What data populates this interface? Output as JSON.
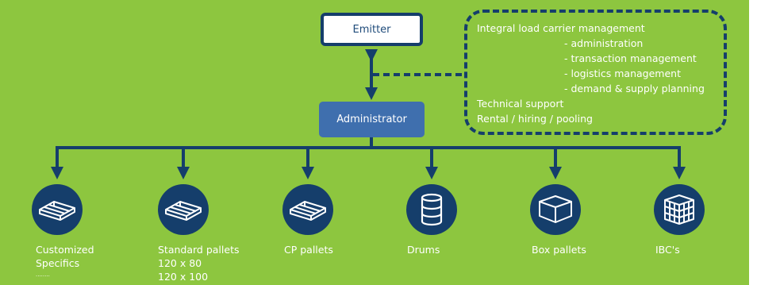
{
  "colors": {
    "background": "#8dc63f",
    "dark_blue": "#153e6b",
    "box_blue": "#3f6fae",
    "white": "#ffffff"
  },
  "emitter": {
    "label": "Emitter"
  },
  "administrator": {
    "label": "Administrator"
  },
  "services": {
    "heading": "Integral load carrier management",
    "items": [
      "- administration",
      "- transaction management",
      "- logistics management",
      "- demand & supply planning"
    ],
    "technical": "Technical support",
    "rental": "Rental / hiring / pooling"
  },
  "carriers": [
    {
      "icon": "pallet-icon",
      "lines": [
        "Customized",
        "Specifics",
        "........"
      ]
    },
    {
      "icon": "pallet-icon",
      "lines": [
        "Standard pallets",
        "120 x 80",
        "120 x 100"
      ]
    },
    {
      "icon": "pallet-icon",
      "lines": [
        "CP pallets"
      ]
    },
    {
      "icon": "drum-icon",
      "lines": [
        "Drums"
      ]
    },
    {
      "icon": "box-pallet-icon",
      "lines": [
        "Box pallets"
      ]
    },
    {
      "icon": "ibc-icon",
      "lines": [
        "IBC's"
      ]
    }
  ]
}
